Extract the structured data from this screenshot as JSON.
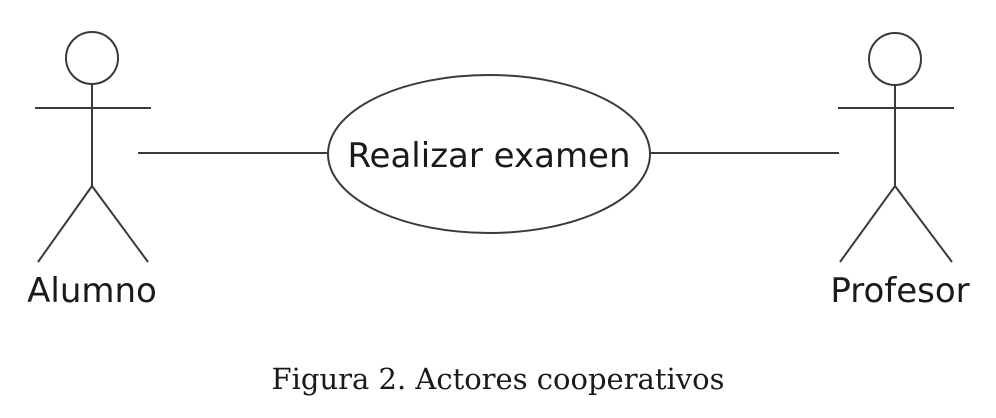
{
  "diagram": {
    "actors": [
      {
        "label": "Alumno"
      },
      {
        "label": "Profesor"
      }
    ],
    "use_case": {
      "label": "Realizar examen"
    },
    "caption": "Figura 2. Actores cooperativos"
  }
}
